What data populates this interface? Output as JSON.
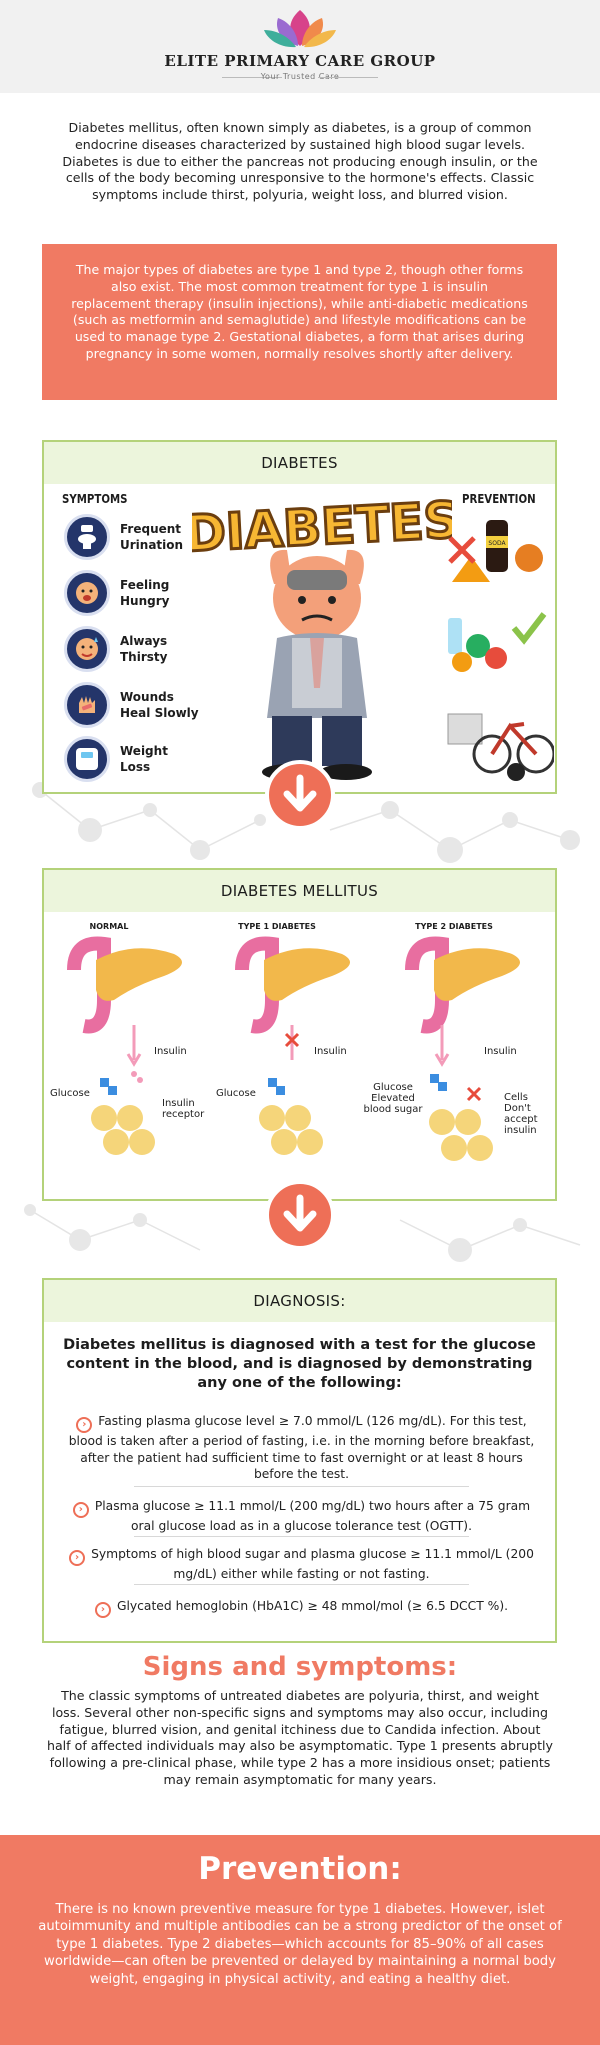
{
  "header": {
    "brand": "ELITE PRIMARY CARE GROUP",
    "tagline": "Your Trusted Care",
    "logo_icon": "lotus-icon"
  },
  "intro": "Diabetes mellitus, often known simply as diabetes, is a group of common endocrine diseases characterized by sustained high blood sugar levels. Diabetes is due to either the pancreas not producing enough insulin, or the cells of the body becoming unresponsive to the hormone's effects. Classic symptoms include thirst, polyuria, weight loss, and blurred vision.",
  "types_box": "The major types of diabetes are type 1 and type 2, though other forms also exist. The most common treatment for type 1 is insulin replacement therapy (insulin injections), while anti-diabetic medications (such as metformin and semaglutide) and lifestyle modifications can be used to manage type 2. Gestational diabetes, a form that arises during pregnancy in some women, normally resolves shortly after delivery.",
  "diabetes_panel": {
    "title": "DIABETES",
    "symptoms_title": "SYMPTOMS",
    "prevention_title": "PREVENTION",
    "banner": "DIABETES",
    "soda_label": "SODA",
    "symptoms": [
      {
        "label": "Frequent Urination",
        "icon": "toilet-icon"
      },
      {
        "label": "Feeling Hungry",
        "icon": "hungry-face-icon"
      },
      {
        "label": "Always Thirsty",
        "icon": "thirsty-face-icon"
      },
      {
        "label": "Wounds Heal Slowly",
        "icon": "bandaged-hand-icon"
      },
      {
        "label": "Weight Loss",
        "icon": "scale-icon"
      }
    ]
  },
  "mellitus_panel": {
    "title": "DIABETES MELLITUS",
    "columns": [
      {
        "title": "NORMAL",
        "insulin": "Insulin",
        "glucose": "Glucose",
        "extra": "Insulin receptor"
      },
      {
        "title": "TYPE 1 DIABETES",
        "insulin": "Insulin",
        "glucose": "Glucose",
        "extra": ""
      },
      {
        "title": "TYPE 2 DIABETES",
        "insulin": "Insulin",
        "glucose": "Glucose Elevated blood sugar",
        "extra": "Cells Don't accept insulin"
      }
    ]
  },
  "diagnosis_panel": {
    "title": "DIAGNOSIS:",
    "intro": "Diabetes mellitus is diagnosed with a test for the glucose content in the blood, and is diagnosed by demonstrating any one of the following:",
    "items": [
      "Fasting plasma glucose level ≥ 7.0 mmol/L (126 mg/dL). For this test, blood is taken after a period of fasting, i.e. in the morning before breakfast, after the patient had sufficient time to fast overnight or at least 8 hours before the test.",
      "Plasma glucose ≥ 11.1 mmol/L (200 mg/dL) two hours after a 75 gram oral glucose load as in a glucose tolerance test (OGTT).",
      "Symptoms of high blood sugar and plasma glucose ≥ 11.1 mmol/L (200 mg/dL) either while fasting or not fasting.",
      "Glycated hemoglobin (HbA1C) ≥ 48 mmol/mol (≥ 6.5 DCCT %)."
    ]
  },
  "signs": {
    "title": "Signs and symptoms:",
    "text": "The classic symptoms of untreated diabetes are polyuria, thirst, and weight loss. Several other non-specific signs and symptoms may also occur, including fatigue, blurred vision, and genital itchiness due to Candida infection. About half of affected individuals may also be asymptomatic. Type 1 presents abruptly following a pre-clinical phase, while type 2 has a more insidious onset; patients may remain asymptomatic for many years."
  },
  "prevention": {
    "title": "Prevention:",
    "text": "There is no known preventive measure for type 1 diabetes. However, islet autoimmunity and multiple antibodies can be a strong predictor of the onset of type 1 diabetes. Type 2 diabetes—which accounts for 85–90% of all cases worldwide—can often be prevented or delayed by maintaining a normal body weight, engaging in physical activity, and eating a healthy diet."
  },
  "colors": {
    "accent": "#f07a63",
    "panel_border": "#b4d27a",
    "panel_head": "#ecf5dc",
    "icon_navy": "#24356a"
  }
}
